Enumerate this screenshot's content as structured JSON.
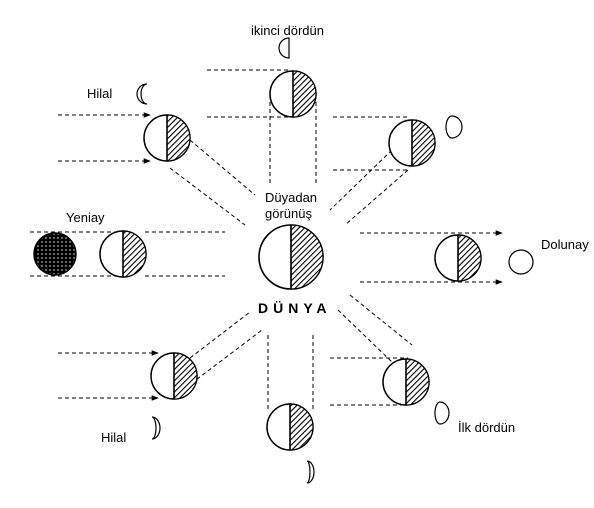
{
  "diagram": {
    "earth_label": "DÜNYA",
    "view_label_line1": "Düyadan",
    "view_label_line2": "görünüş",
    "phase_labels": {
      "second_quarter": "ikinci dördün",
      "crescent_top": "Hilal",
      "new_moon": "Yeniay",
      "full_moon": "Dolunay",
      "crescent_bottom": "Hilal",
      "first_quarter": "İlk dördün"
    }
  }
}
